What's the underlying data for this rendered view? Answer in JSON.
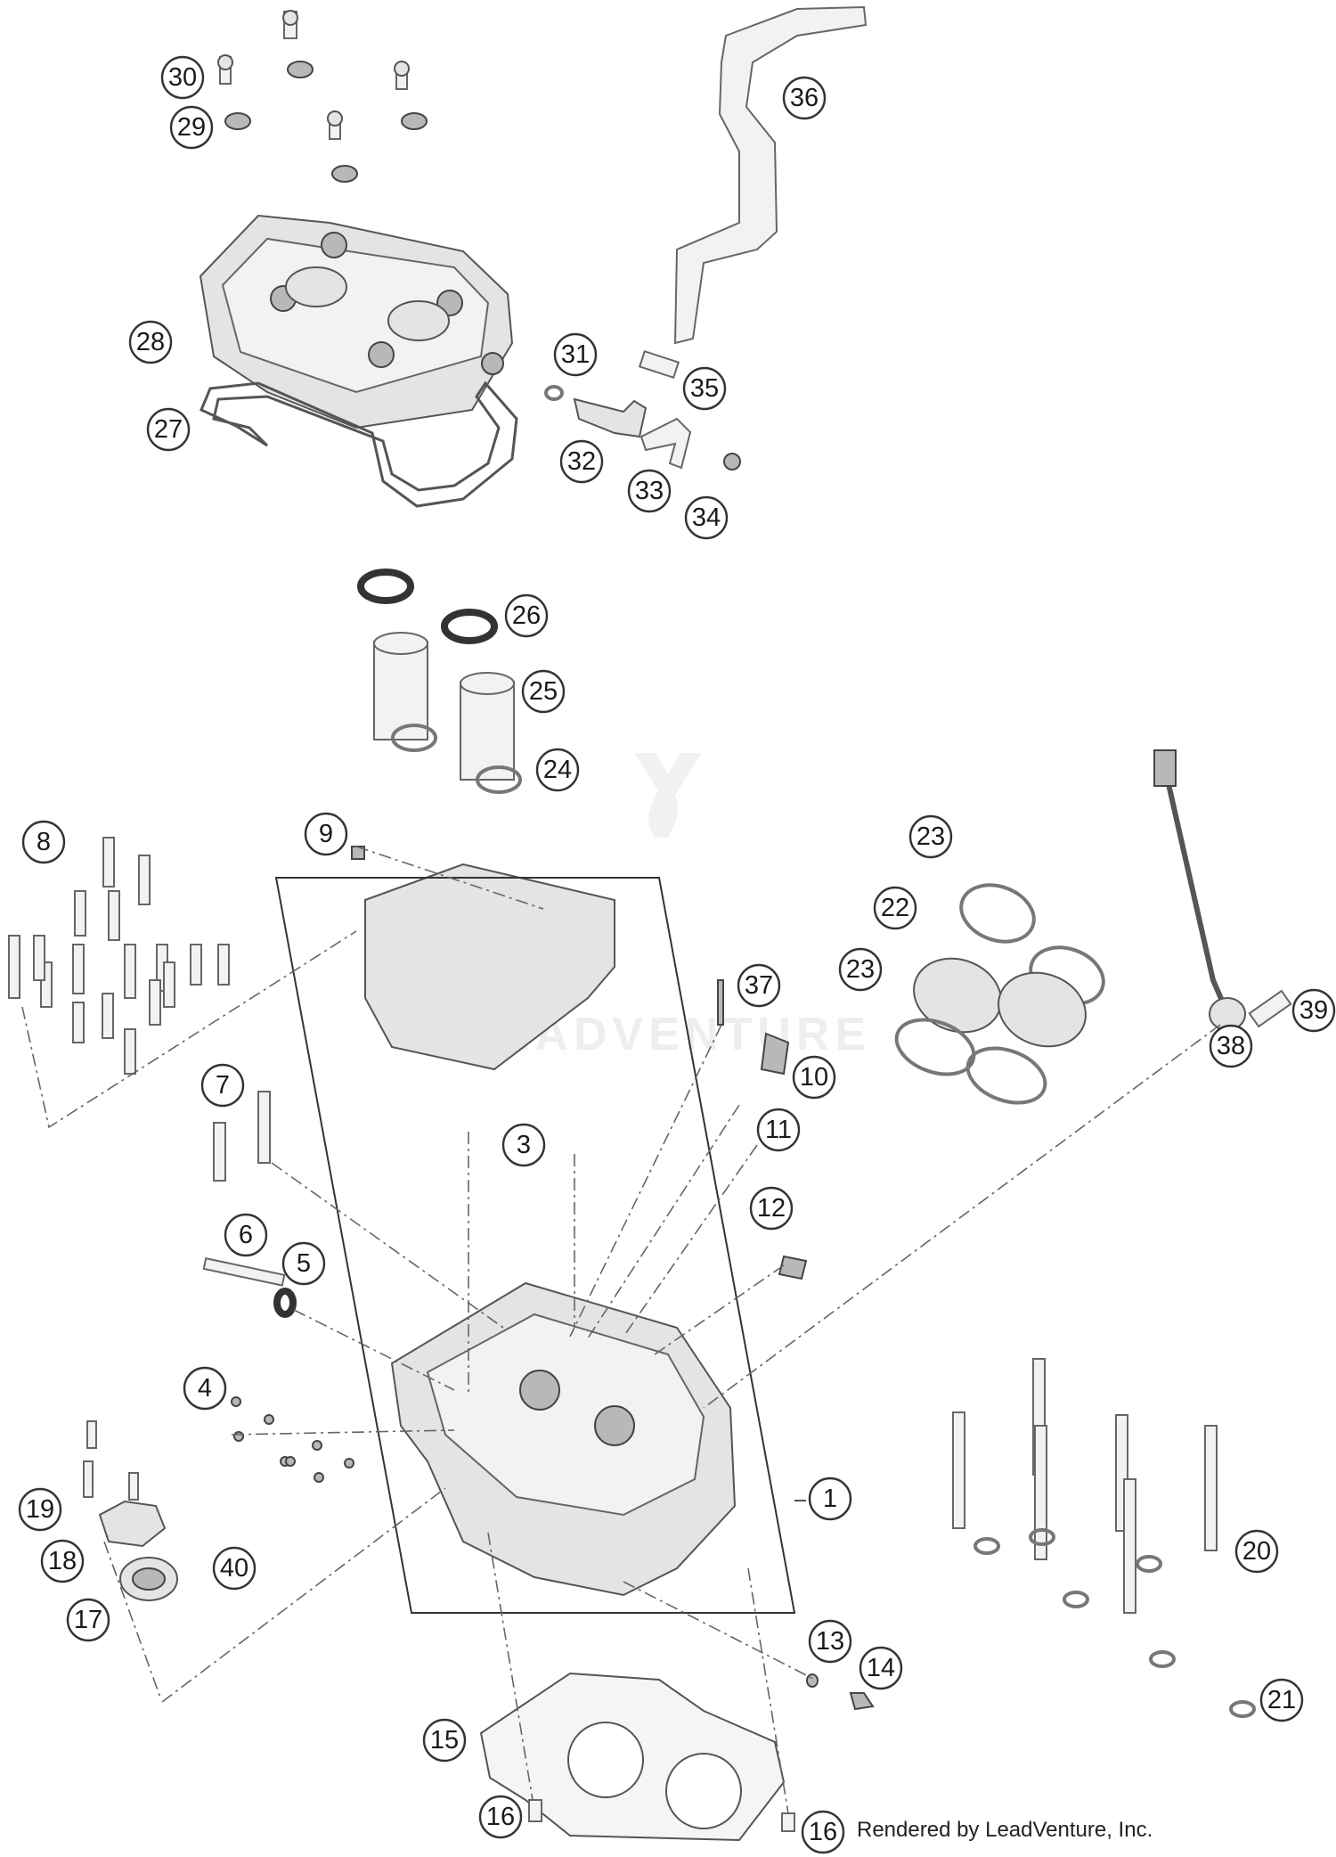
{
  "diagram": {
    "watermark": "LEADVENTURE",
    "credit": "Rendered by LeadVenture, Inc.",
    "callouts": [
      {
        "id": "1",
        "label": "1"
      },
      {
        "id": "3",
        "label": "3"
      },
      {
        "id": "4",
        "label": "4"
      },
      {
        "id": "5",
        "label": "5"
      },
      {
        "id": "6",
        "label": "6"
      },
      {
        "id": "7",
        "label": "7"
      },
      {
        "id": "8",
        "label": "8"
      },
      {
        "id": "9",
        "label": "9"
      },
      {
        "id": "10",
        "label": "10"
      },
      {
        "id": "11",
        "label": "11"
      },
      {
        "id": "12",
        "label": "12"
      },
      {
        "id": "13",
        "label": "13"
      },
      {
        "id": "14",
        "label": "14"
      },
      {
        "id": "15",
        "label": "15"
      },
      {
        "id": "16a",
        "label": "16"
      },
      {
        "id": "16b",
        "label": "16"
      },
      {
        "id": "17",
        "label": "17"
      },
      {
        "id": "18",
        "label": "18"
      },
      {
        "id": "19",
        "label": "19"
      },
      {
        "id": "20",
        "label": "20"
      },
      {
        "id": "21",
        "label": "21"
      },
      {
        "id": "22",
        "label": "22"
      },
      {
        "id": "23a",
        "label": "23"
      },
      {
        "id": "23b",
        "label": "23"
      },
      {
        "id": "24",
        "label": "24"
      },
      {
        "id": "25",
        "label": "25"
      },
      {
        "id": "26",
        "label": "26"
      },
      {
        "id": "27",
        "label": "27"
      },
      {
        "id": "28",
        "label": "28"
      },
      {
        "id": "29",
        "label": "29"
      },
      {
        "id": "30",
        "label": "30"
      },
      {
        "id": "31",
        "label": "31"
      },
      {
        "id": "32",
        "label": "32"
      },
      {
        "id": "33",
        "label": "33"
      },
      {
        "id": "34",
        "label": "34"
      },
      {
        "id": "35",
        "label": "35"
      },
      {
        "id": "36",
        "label": "36"
      },
      {
        "id": "37",
        "label": "37"
      },
      {
        "id": "38",
        "label": "38"
      },
      {
        "id": "39",
        "label": "39"
      },
      {
        "id": "40",
        "label": "40"
      }
    ]
  }
}
